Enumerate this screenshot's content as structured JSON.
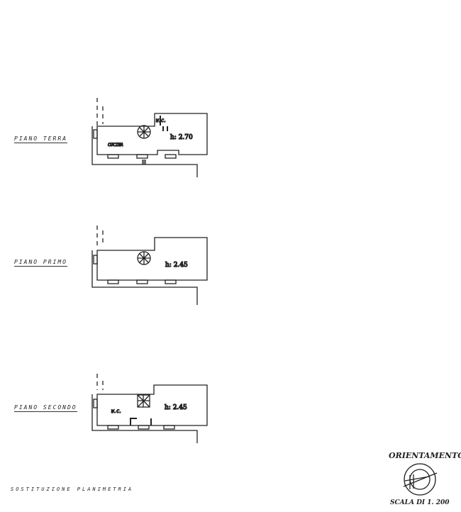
{
  "floors": [
    {
      "label": "PIANO TERRA",
      "room_label": "CUCINA",
      "wc_label": "W.C.",
      "height": "h: 2.70"
    },
    {
      "label": "PIANO PRIMO",
      "height": "h: 2.45"
    },
    {
      "label": "PIANO SECONDO",
      "wc_label": "W.C.",
      "height": "h: 2.45"
    }
  ],
  "footer": "SOSTITUZIONE PLANIMETRIA",
  "orientation": {
    "title": "ORIENTAMENTO",
    "scale": "SCALA DI 1. 200"
  }
}
